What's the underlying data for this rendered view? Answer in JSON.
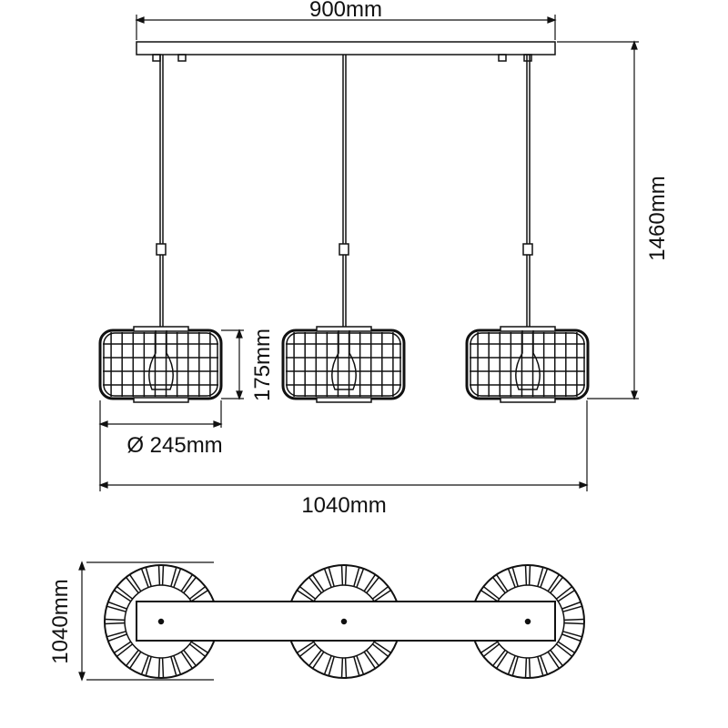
{
  "title": "Pendant lamp dimension drawing",
  "dimensions": {
    "canopy_width": "900mm",
    "total_height": "1460mm",
    "shade_height": "175mm",
    "shade_diameter": "Ø 245mm",
    "total_width": "1040mm",
    "top_view_depth": "1040mm"
  },
  "shade_count": 3,
  "colors": {
    "line": "#111111",
    "background": "#ffffff"
  }
}
